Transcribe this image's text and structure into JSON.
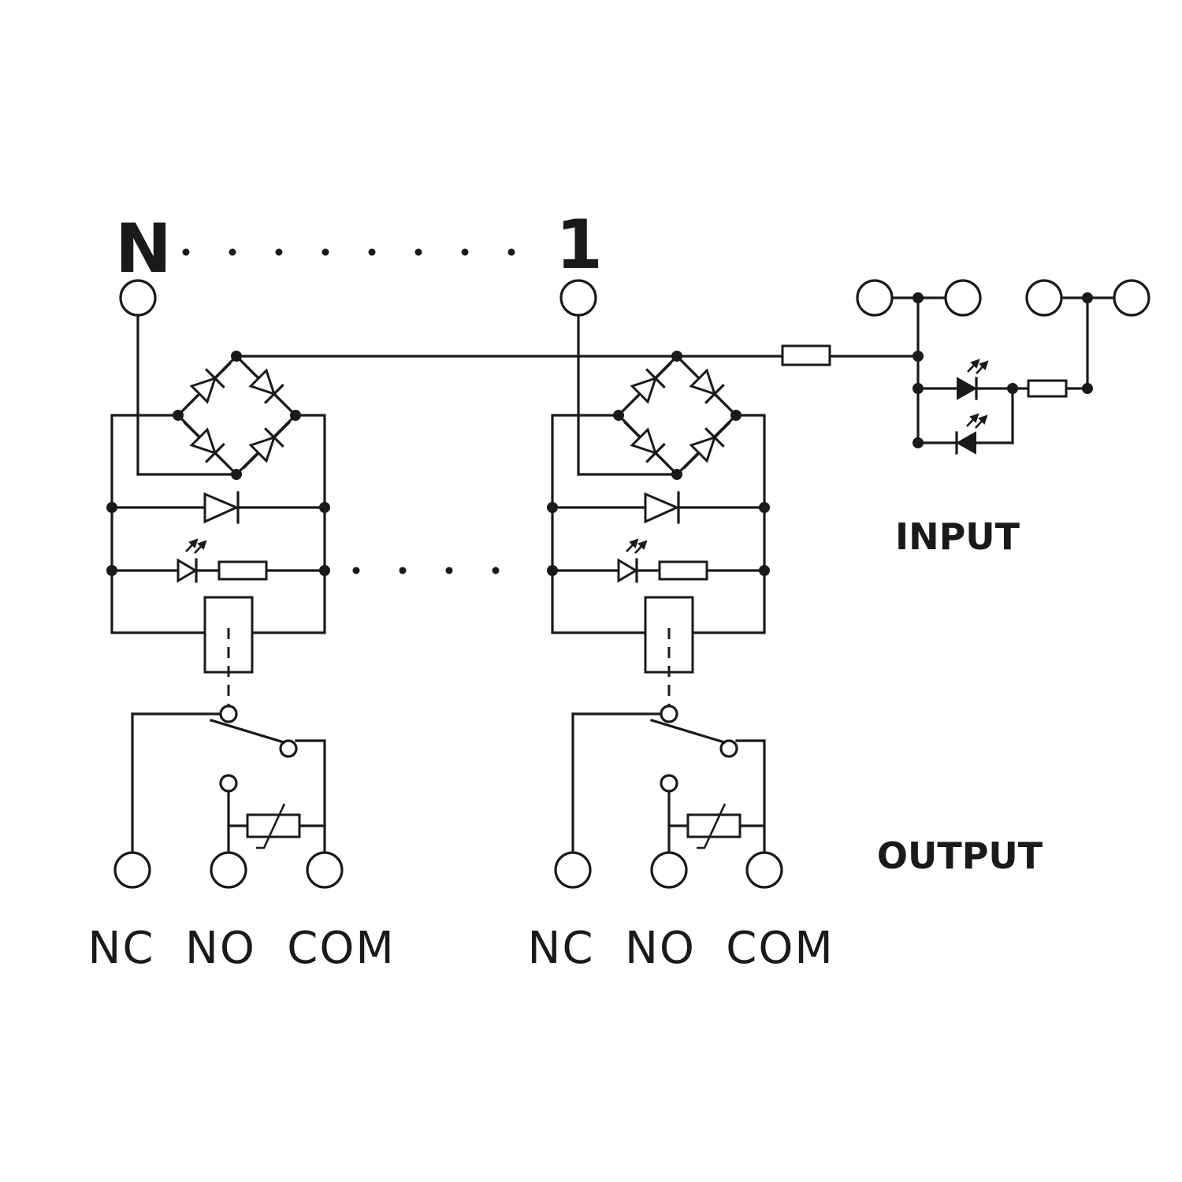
{
  "labels": {
    "channel_n": "N",
    "channel_1": "1",
    "input": "INPUT",
    "output": "OUTPUT"
  },
  "channels": [
    {
      "contacts": {
        "nc": "NC",
        "no": "NO",
        "com": "COM"
      }
    },
    {
      "contacts": {
        "nc": "NC",
        "no": "NO",
        "com": "COM"
      }
    }
  ],
  "colors": {
    "ink": "#1a1a1a",
    "background": "#ffffff"
  }
}
